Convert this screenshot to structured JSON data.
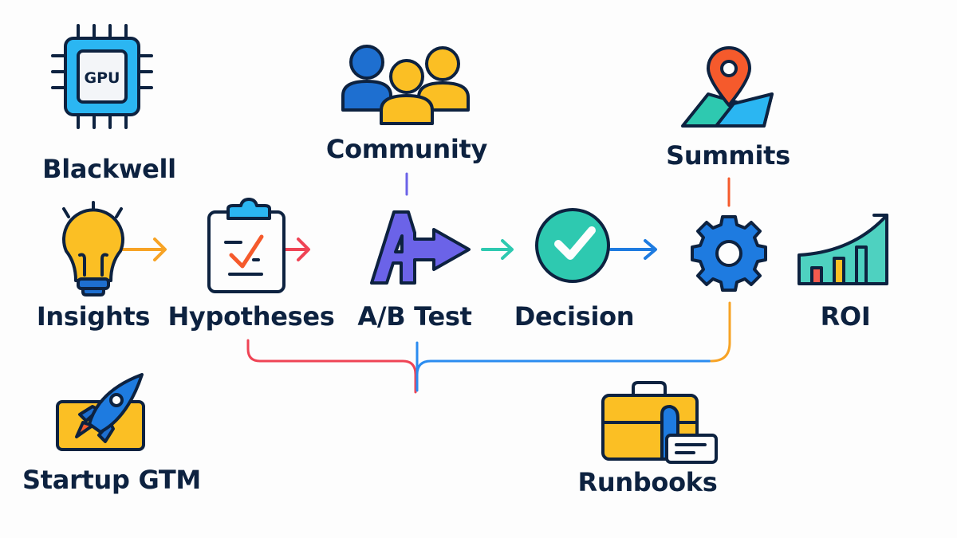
{
  "nodes": {
    "blackwell": {
      "label": "Blackwell",
      "icon": "gpu-chip-icon",
      "icon_text": "GPU"
    },
    "community": {
      "label": "Community",
      "icon": "people-group-icon"
    },
    "summits": {
      "label": "Summits",
      "icon": "map-pin-icon"
    },
    "insights": {
      "label": "Insights",
      "icon": "lightbulb-icon"
    },
    "hypotheses": {
      "label": "Hypotheses",
      "icon": "clipboard-check-icon"
    },
    "ab_test": {
      "label": "A/B Test",
      "icon": "ab-arrow-icon"
    },
    "decision": {
      "label": "Decision",
      "icon": "check-circle-icon"
    },
    "gear": {
      "icon": "gear-icon"
    },
    "roi": {
      "label": "ROI",
      "icon": "growth-chart-icon"
    },
    "startup_gtm": {
      "label": "Startup GTM",
      "icon": "rocket-icon"
    },
    "runbooks": {
      "label": "Runbooks",
      "icon": "briefcase-icon"
    }
  },
  "colors": {
    "text": "#0d2240",
    "outline": "#0d2240",
    "yellow": "#fbbf24",
    "blue": "#1e7be0",
    "teal": "#2ec9b0",
    "red": "#ef4455",
    "orange": "#f7a325",
    "purple": "#6b63e8",
    "sky": "#2bb6f2"
  }
}
